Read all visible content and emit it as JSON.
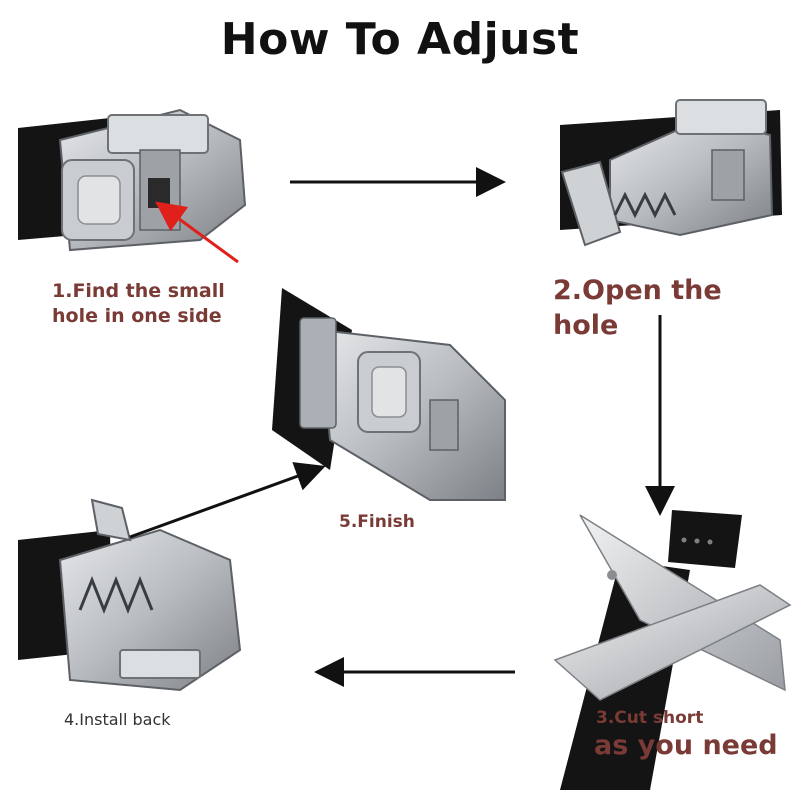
{
  "title": "How To Adjust",
  "steps": {
    "step1": "1.Find the small hole in one side",
    "step2": "2.Open the hole",
    "step3_line1": "3.Cut short",
    "step3_line2": "as you need",
    "step4": "4.Install back",
    "step5": "5.Finish"
  },
  "colors": {
    "title": "#111111",
    "step_label": "#7a3a36",
    "step4_label": "#333333",
    "arrow": "#111111",
    "pointer_arrow": "#e0201b",
    "belt": "#141414",
    "metal": "#b8bcc0",
    "metal_dark": "#7d8186"
  },
  "icons": [
    "buckle-closed-icon",
    "buckle-open-icon",
    "scissors-icon",
    "buckle-finished-icon",
    "flow-arrow-icon"
  ]
}
